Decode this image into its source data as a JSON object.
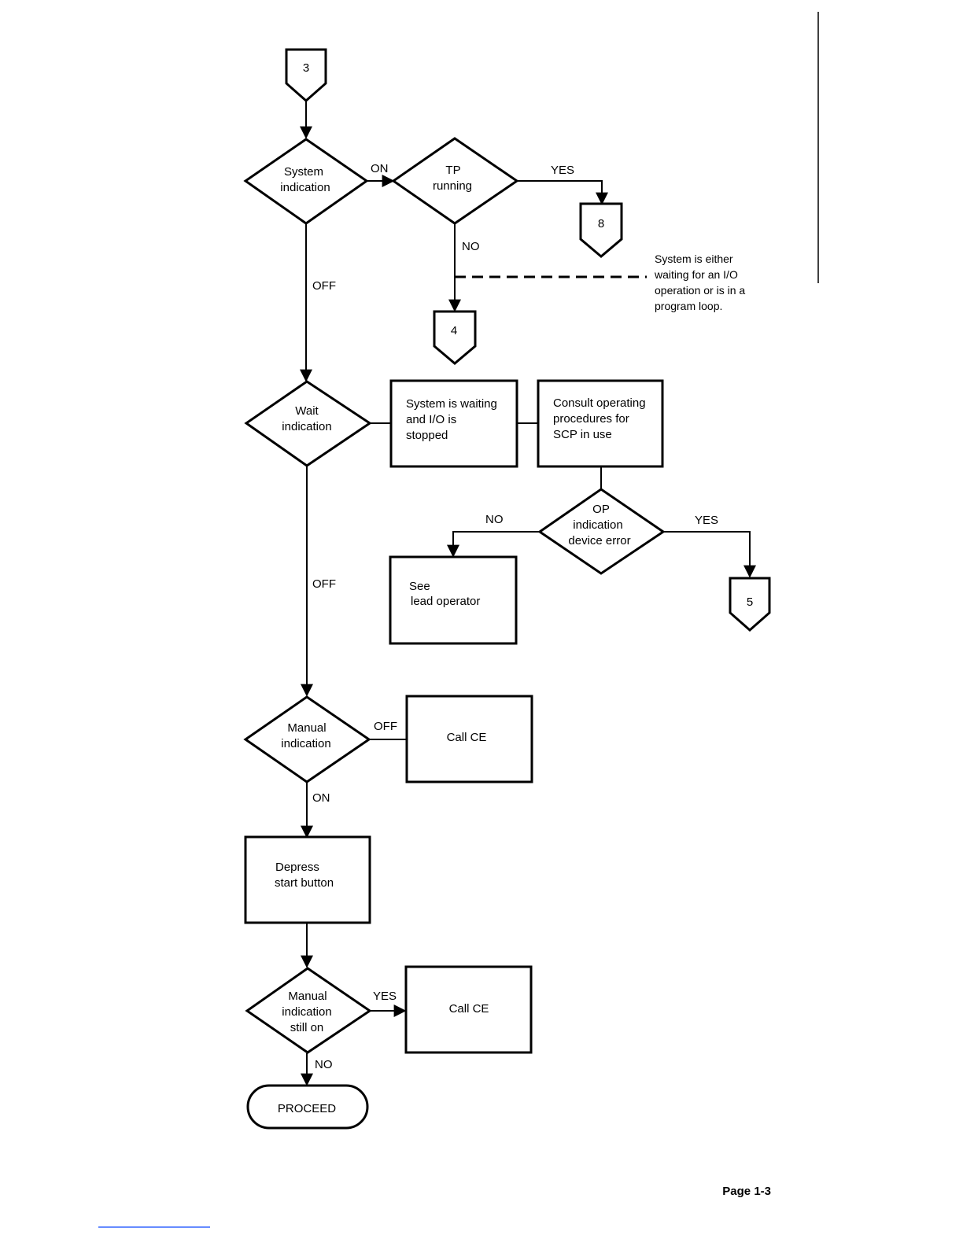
{
  "connectors": {
    "c3": "3",
    "c8": "8",
    "c4": "4",
    "c5": "5"
  },
  "decisions": {
    "system_indication": [
      "System",
      "indication"
    ],
    "tp_running": [
      "TP",
      "running"
    ],
    "wait_indication": [
      "Wait",
      "indication"
    ],
    "op_indication": [
      "OP",
      "indication",
      "device error"
    ],
    "manual_indication": [
      "Manual",
      "indication"
    ],
    "manual_still_on": [
      "Manual",
      "indication",
      "still on"
    ]
  },
  "processes": {
    "system_waiting": [
      "System is waiting",
      "and I/O is",
      "stopped"
    ],
    "consult_procedures": [
      "Consult operating",
      "procedures for",
      "SCP in use"
    ],
    "see_lead_operator": [
      "See",
      "lead operator"
    ],
    "call_ce_1": [
      "Call CE"
    ],
    "depress_start": [
      "Depress",
      "start button"
    ],
    "call_ce_2": [
      "Call CE"
    ]
  },
  "terminal": {
    "proceed": "PROCEED"
  },
  "edge_labels": {
    "sys_on": "ON",
    "sys_off": "OFF",
    "tp_yes": "YES",
    "tp_no": "NO",
    "wait_off": "OFF",
    "op_no": "NO",
    "op_yes": "YES",
    "manual_off": "OFF",
    "manual_on": "ON",
    "still_yes": "YES",
    "still_no": "NO"
  },
  "annotation": [
    "System is either",
    "waiting for an I/O",
    "operation or is in a",
    "program loop."
  ],
  "footer": {
    "page_number": "Page 1-3"
  }
}
